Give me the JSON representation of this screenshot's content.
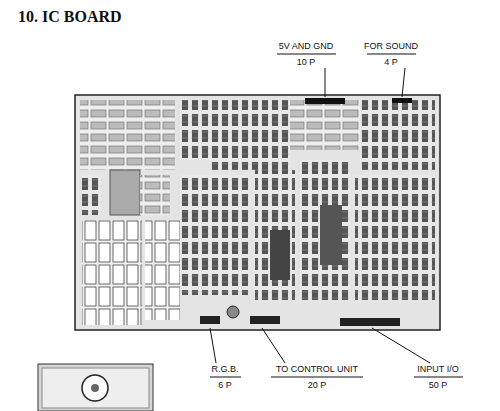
{
  "diagram": {
    "title": "10. IC BOARD",
    "labels": [
      "5V AND GND",
      "10 P",
      "FOR SOUND",
      "4 P",
      "R.G.B.",
      "6 P",
      "TO CONTROL UNIT",
      "20 P",
      "INPUT I/O",
      "50 P"
    ]
  }
}
